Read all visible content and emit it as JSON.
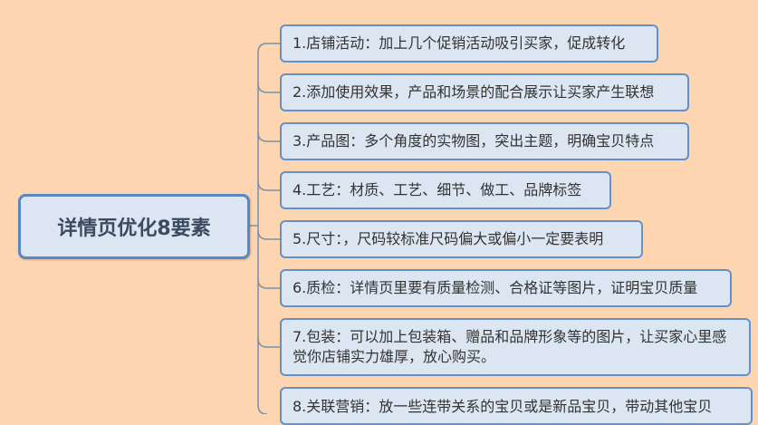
{
  "central": {
    "title": "详情页优化8要素"
  },
  "branches": [
    {
      "text": "1.店铺活动：加上几个促销活动吸引买家，促成转化"
    },
    {
      "text": "2.添加使用效果，产品和场景的配合展示让买家产生联想"
    },
    {
      "text": "3.产品图：多个角度的实物图，突出主题，明确宝贝特点"
    },
    {
      "text": "4.工艺：材质、工艺、细节、做工、品牌标签"
    },
    {
      "text": "5.尺寸：，尺码较标准尺码偏大或偏小一定要表明"
    },
    {
      "text": "6.质检：详情页里要有质量检测、合格证等图片，证明宝贝质量"
    },
    {
      "text": "7.包装：可以加上包装箱、赠品和品牌形象等的图片，让买家心里感觉你店铺实力雄厚，放心购买。"
    },
    {
      "text": "8.关联营销：放一些连带关系的宝贝或是新品宝贝，带动其他宝贝"
    }
  ],
  "colors": {
    "background": "#fdd5b1",
    "node": "#dce6f2",
    "border": "#6690c8"
  }
}
